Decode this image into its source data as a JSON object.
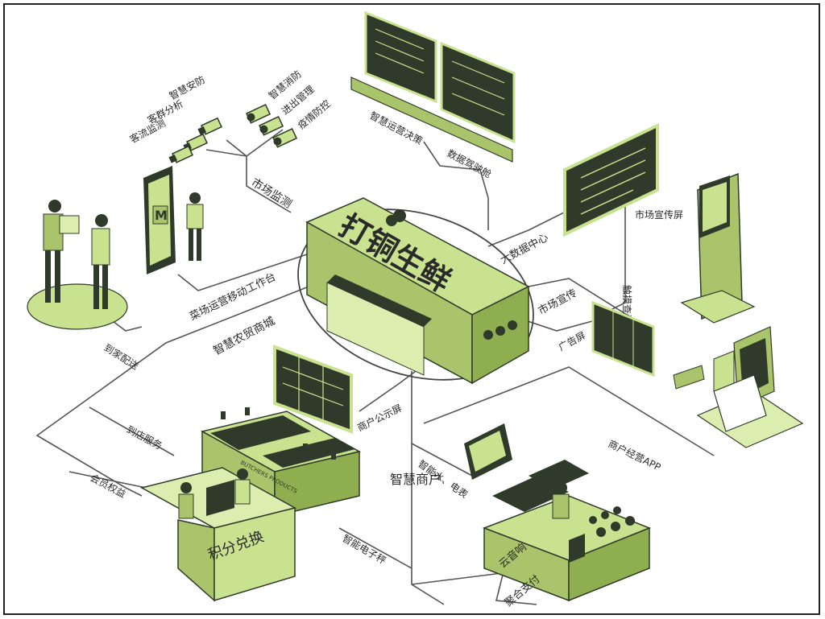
{
  "center": {
    "title": "打铜生鲜"
  },
  "labels": {
    "zhihui_anfang": "智慧安防",
    "keqing_fenxi": "客群分析",
    "keliu_jiance": "客流监测",
    "zhihui_xiaofang": "智慧消防",
    "jinchu_guanli": "进出管理",
    "yiqing_fangkong": "疫情防控",
    "zhihui_yunying_juece": "智慧运营决策",
    "shuju_jiashicang": "数据驾驶舱",
    "shichang_jiance": "市场监测",
    "dashuju_zhongxin": "大数据中心",
    "shichang_xuanchuanping": "市场宣传屏",
    "chumo_chaxun": "触摸查询一体机",
    "shichang_xuanchuan": "市场宣传",
    "guanggaoping": "广告屏",
    "caichang_yunying": "菜场运营移动工作台",
    "zhihui_nongmao": "智慧农贸商城",
    "daojia_peisong": "到家配送",
    "shanghu_gongshiping": "商户公示屏",
    "shanghu_jingying_app": "商户经营APP",
    "daodian_fuwu": "到店服务",
    "huiyuan_quanyi": "会员权益",
    "zhineng_shuidian": "智能水、电表",
    "zhihui_shanghu": "智慧商户",
    "zhineng_dianzicheng": "智能电子秤",
    "yunyinxiang": "云音响",
    "juhe_zhifu": "聚合支付",
    "jifen_duihuan": "积分兑换",
    "app_badge": "M",
    "butcher_sign": "BUTCHERS PRODUCTS"
  },
  "colors": {
    "accent": "#c9e28f",
    "accent_light": "#dcedb0",
    "accent_mid": "#a9c46a",
    "dark": "#2f3a2a",
    "line": "#555555"
  }
}
